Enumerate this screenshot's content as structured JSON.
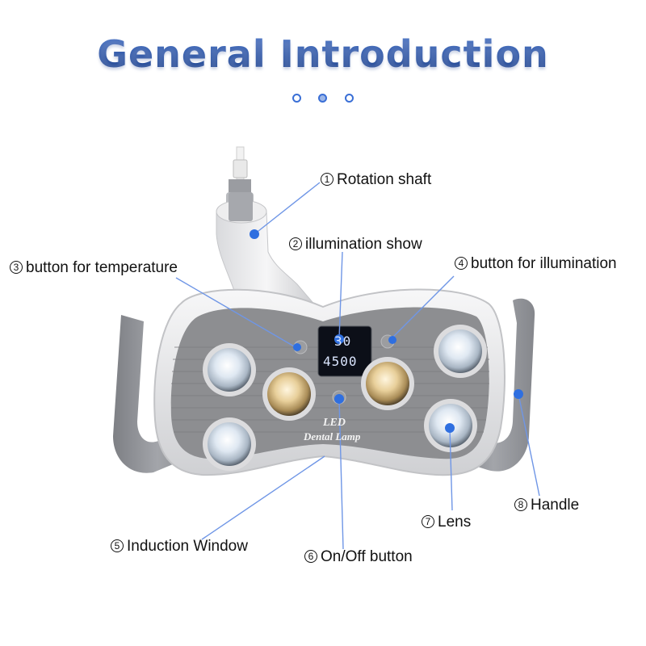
{
  "title": "General Introduction",
  "pager": {
    "dots": 3,
    "active_index": 1
  },
  "display": {
    "temperature": "30",
    "illumination": "4500"
  },
  "brand": {
    "line1": "LED",
    "line2": "Dental Lamp"
  },
  "labels": [
    {
      "num": "1",
      "text": "Rotation shaft"
    },
    {
      "num": "2",
      "text": "illumination show"
    },
    {
      "num": "3",
      "text": "button for temperature"
    },
    {
      "num": "4",
      "text": "button for illumination"
    },
    {
      "num": "5",
      "text": "Induction Window"
    },
    {
      "num": "6",
      "text": "On/Off button"
    },
    {
      "num": "7",
      "text": "Lens"
    },
    {
      "num": "8",
      "text": "Handle"
    }
  ],
  "colors": {
    "title": "#2f58a8",
    "pointer": "#2f6fe0",
    "leader": "#6f96e6",
    "panel": "#8d8e91",
    "lamp_body": "#e6e6e8"
  }
}
